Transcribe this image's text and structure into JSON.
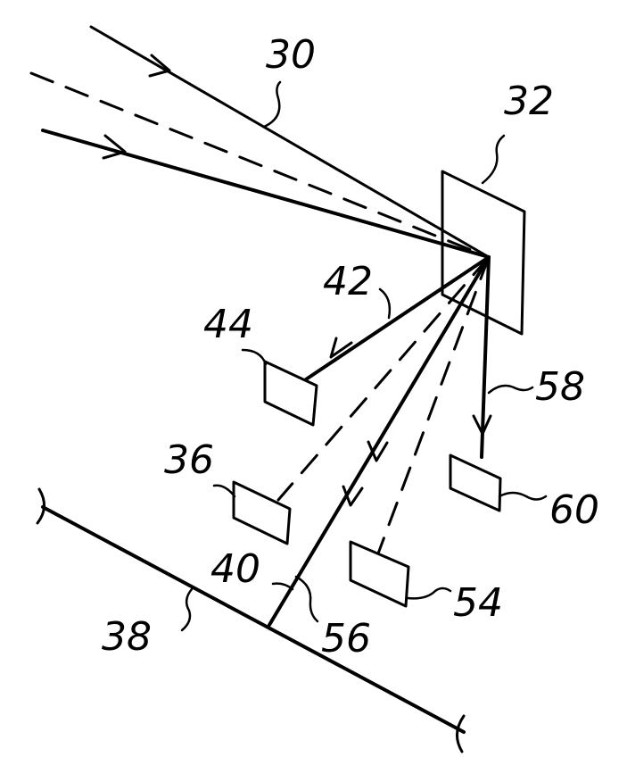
{
  "labels": {
    "beam": "30",
    "reflector": "32",
    "target_36": "36",
    "surface": "38",
    "ray_40": "40",
    "ray_42": "42",
    "sensor_44": "44",
    "sensor_54": "54",
    "ray_56": "56",
    "ray_58": "58",
    "sensor_60": "60"
  }
}
